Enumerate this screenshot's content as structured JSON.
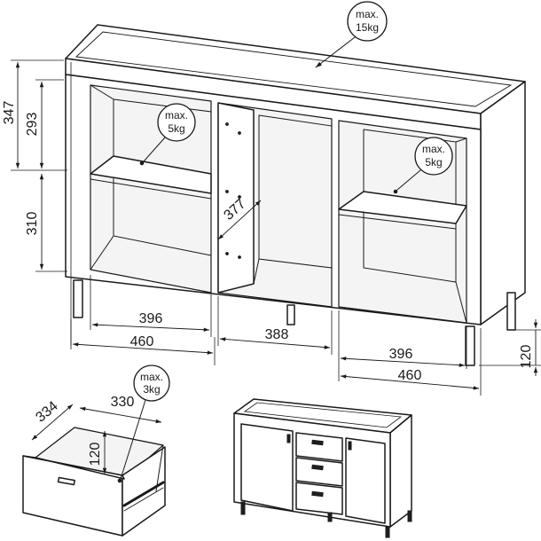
{
  "dimensions": {
    "total_height_upper": "347",
    "compartment_upper": "293",
    "compartment_lower": "310",
    "depth": "377",
    "inner_width_left": "396",
    "outer_width_left": "460",
    "middle_width": "388",
    "inner_width_right": "396",
    "outer_width_right": "460",
    "leg_height": "120"
  },
  "drawer": {
    "depth": "334",
    "width": "330",
    "height": "120"
  },
  "weights": {
    "top": {
      "label": "max.",
      "value": "15kg"
    },
    "shelf_left": {
      "label": "max.",
      "value": "5kg"
    },
    "shelf_right": {
      "label": "max.",
      "value": "5kg"
    },
    "drawer": {
      "label": "max.",
      "value": "3kg"
    }
  }
}
